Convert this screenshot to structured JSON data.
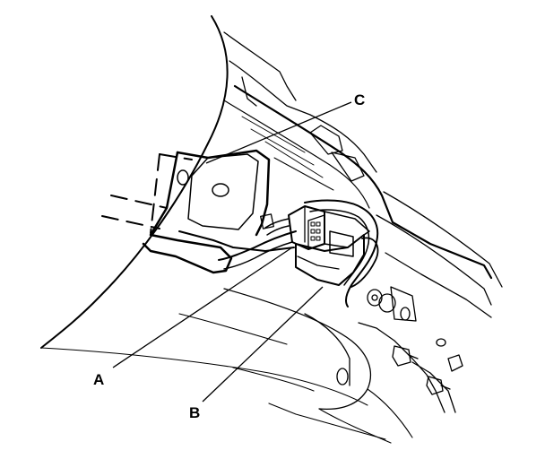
{
  "figure": {
    "callouts": [
      {
        "id": "A",
        "label": "A"
      },
      {
        "id": "B",
        "label": "B"
      },
      {
        "id": "C",
        "label": "C"
      }
    ]
  }
}
